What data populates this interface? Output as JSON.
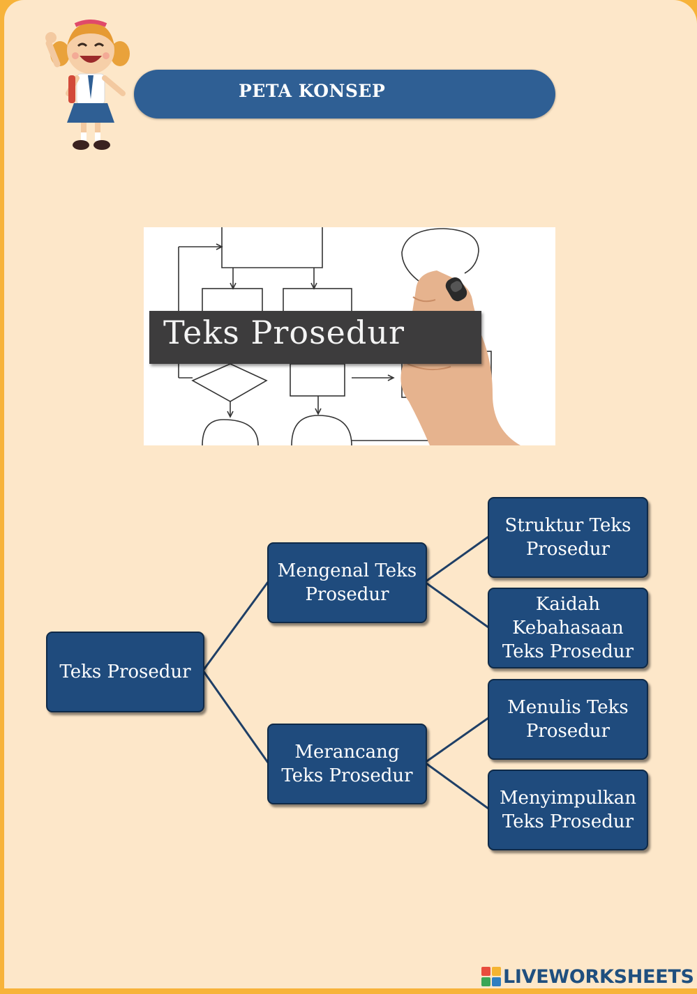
{
  "header": {
    "title": "PETA KONSEP"
  },
  "illustration": {
    "banner_text": "Teks Prosedur"
  },
  "concept_map": {
    "root": "Teks Prosedur",
    "branches": [
      {
        "label": "Mengenal Teks Prosedur",
        "children": [
          "Struktur Teks Prosedur",
          "Kaidah Kebahasaan Teks Prosedur"
        ]
      },
      {
        "label": "Merancang Teks Prosedur",
        "children": [
          "Menulis Teks Prosedur",
          "Menyimpulkan Teks Prosedur"
        ]
      }
    ]
  },
  "watermark": {
    "text": "LIVEWORKSHEETS"
  },
  "colors": {
    "node_fill": "#1f4b7d",
    "node_border": "#0f2a48",
    "header_fill": "#2f5f94",
    "page_background": "#fde7c9",
    "frame": "#f7b33a",
    "connector": "#1f3f66"
  },
  "icons": [
    "student-girl-mascot",
    "flowchart-hand-photo",
    "liveworksheets-logo-icon"
  ]
}
